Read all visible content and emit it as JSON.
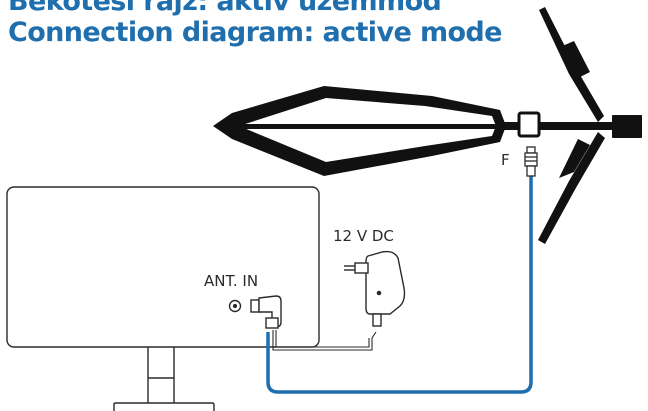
{
  "titles": {
    "hungarian": "Bekötési rajz: aktív üzemmód",
    "english": "Connection diagram: active mode"
  },
  "labels": {
    "power_supply": "12 V DC",
    "antenna_input": "ANT. IN",
    "f_connector": "F"
  },
  "colors": {
    "title": "#1f6fae",
    "coax_cable": "#1f6fae",
    "line_art": "#2b2b2b",
    "antenna": "#111111"
  }
}
